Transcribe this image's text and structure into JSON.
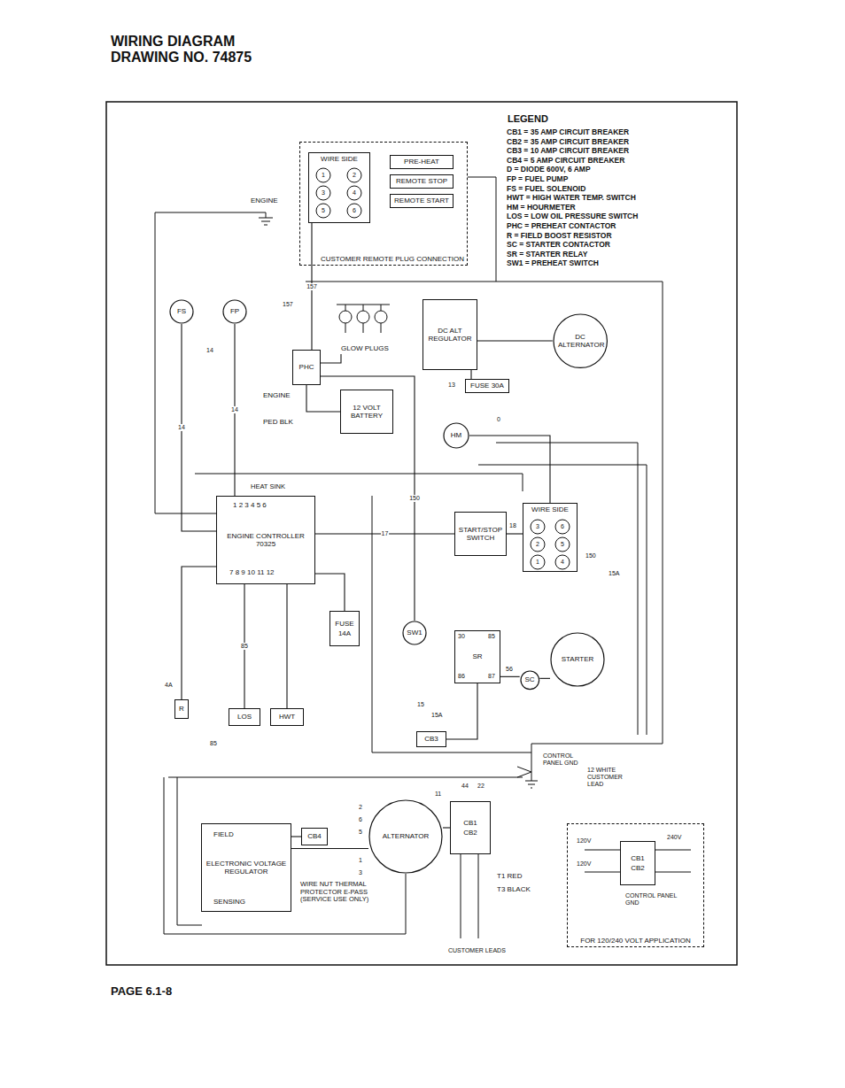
{
  "diagram": {
    "title": "WIRING DIAGRAM DRAWING NO. 74875",
    "nodes": [
      {
        "text": [
          "CUSTOMER REMOTE PLUG CONNECTION"
        ]
      },
      {
        "text": [
          "WIRE SIDE"
        ],
        "in": 0
      },
      {
        "text": [
          "PRE-HEAT"
        ],
        "in": 0
      },
      {
        "text": [
          "REMOTE STOP"
        ],
        "in": 0
      },
      {
        "text": [
          "REMOTE START"
        ],
        "in": 0
      },
      {
        "text": [
          "FS"
        ]
      },
      {
        "text": [
          "FP"
        ]
      },
      {
        "text": [
          "PHC"
        ]
      },
      {
        "text": [
          "GLOW PLUGS"
        ]
      },
      {
        "text": [
          "12 VOLT BATTERY"
        ]
      },
      {
        "text": [
          "DC ALT REGULATOR"
        ]
      },
      {
        "text": [
          "DC ALTERNATOR"
        ]
      },
      {
        "text": [
          "FUSE 30A"
        ]
      },
      {
        "text": [
          "HM"
        ]
      },
      {
        "text": [
          "ENGINE CONTROLLER 70325"
        ]
      },
      {
        "text": [
          "START/STOP SWITCH"
        ]
      },
      {
        "text": [
          "WIRE SIDE"
        ]
      },
      {
        "text": [
          "SW1"
        ]
      },
      {
        "text": [
          "SR"
        ]
      },
      {
        "text": [
          "STARTER"
        ]
      },
      {
        "text": [
          "SC"
        ]
      },
      {
        "text": [
          "R"
        ]
      },
      {
        "text": [
          "LOS"
        ]
      },
      {
        "text": [
          "HWT"
        ]
      },
      {
        "text": [
          "FUSE",
          "14A"
        ]
      },
      {
        "text": [
          "CB3"
        ]
      },
      {
        "text": [
          "ALTERNATOR"
        ]
      },
      {
        "text": [
          "CB1",
          "CB2"
        ]
      },
      {
        "text": [
          "CB4"
        ]
      },
      {
        "text": [
          "ELECTRONIC VOLTAGE REGULATOR"
        ]
      },
      {
        "text": [
          "FOR 120/240 VOLT APPLICATION"
        ]
      },
      {
        "text": [
          "CB1",
          "CB2"
        ],
        "in": 30
      }
    ],
    "edges": [
      {
        "from": 14,
        "to": 5,
        "label": "14",
        "arrow": "none"
      },
      {
        "from": 14,
        "to": 6,
        "label": "14",
        "arrow": "none"
      },
      {
        "from": 14,
        "to": 15,
        "label": "17",
        "arrow": "none"
      },
      {
        "from": 15,
        "to": 16,
        "arrow": "none"
      },
      {
        "from": 17,
        "to": 7,
        "label": "150",
        "arrow": "none"
      },
      {
        "from": 18,
        "to": 20,
        "arrow": "none"
      },
      {
        "from": 20,
        "to": 19,
        "arrow": "none"
      },
      {
        "from": 25,
        "to": 18,
        "arrow": "none"
      },
      {
        "from": 14,
        "to": 22,
        "label": "85",
        "arrow": "none"
      },
      {
        "from": 14,
        "to": 23,
        "arrow": "none"
      },
      {
        "from": 21,
        "to": 14,
        "arrow": "none"
      },
      {
        "from": 24,
        "to": 14,
        "arrow": "none"
      },
      {
        "from": 26,
        "to": 27,
        "arrow": "none"
      },
      {
        "from": 26,
        "to": 29,
        "arrow": "none"
      },
      {
        "from": 28,
        "to": 29,
        "arrow": "none"
      },
      {
        "from": 9,
        "to": 7,
        "arrow": "none"
      },
      {
        "from": 7,
        "to": 8,
        "arrow": "none"
      },
      {
        "from": 12,
        "to": 10,
        "arrow": "none"
      },
      {
        "from": 10,
        "to": 11,
        "arrow": "none"
      },
      {
        "from": 13,
        "to": 16,
        "arrow": "none"
      },
      {
        "from": 1,
        "to": 7,
        "label": "157",
        "arrow": "none"
      }
    ],
    "labels": [
      "PAGE 6.1-8",
      "LEGEND",
      "ENGINE",
      "ENGINE",
      "PED BLK",
      "HEAT SINK",
      "1 2 3 4 5 6",
      "7 8 9 10 11 12",
      "FIELD",
      "SENSING",
      "WIRE NUT THERMAL PROTECTOR E-PASS (SERVICE USE ONLY)",
      "CONTROL PANEL GND",
      "12 WHITE CUSTOMER LEAD",
      "T1 RED",
      "T3 BLACK",
      "CUSTOMER LEADS",
      "120V",
      "120V",
      "240V",
      "CONTROL PANEL GND",
      "30",
      "85",
      "86",
      "87",
      "18",
      "56",
      "13",
      "15A",
      "150",
      "15A",
      "85",
      "4A",
      "44",
      "22",
      "11",
      "2",
      "6",
      "5",
      "1",
      "3",
      "3",
      "6",
      "2",
      "5",
      "1",
      "4",
      "1",
      "2",
      "3",
      "4",
      "5",
      "6",
      "14",
      "157",
      "0",
      "15"
    ],
    "legend": [
      {
        "text": "CB1 = 35 AMP CIRCUIT BREAKER"
      },
      {
        "text": "CB2 = 35 AMP CIRCUIT BREAKER"
      },
      {
        "text": "CB3 = 10 AMP CIRCUIT BREAKER"
      },
      {
        "text": "CB4 = 5 AMP CIRCUIT BREAKER"
      },
      {
        "text": "D = DIODE 600V, 6 AMP"
      },
      {
        "text": "FP = FUEL PUMP"
      },
      {
        "text": "FS = FUEL SOLENOID"
      },
      {
        "text": "HWT = HIGH WATER TEMP. SWITCH"
      },
      {
        "text": "HM = HOURMETER"
      },
      {
        "text": "LOS = LOW OIL PRESSURE SWITCH"
      },
      {
        "text": "PHC = PREHEAT CONTACTOR"
      },
      {
        "text": "R = FIELD BOOST RESISTOR"
      },
      {
        "text": "SC = STARTER CONTACTOR"
      },
      {
        "text": "SR = STARTER RELAY"
      },
      {
        "text": "SW1 = PREHEAT SWITCH"
      }
    ]
  }
}
